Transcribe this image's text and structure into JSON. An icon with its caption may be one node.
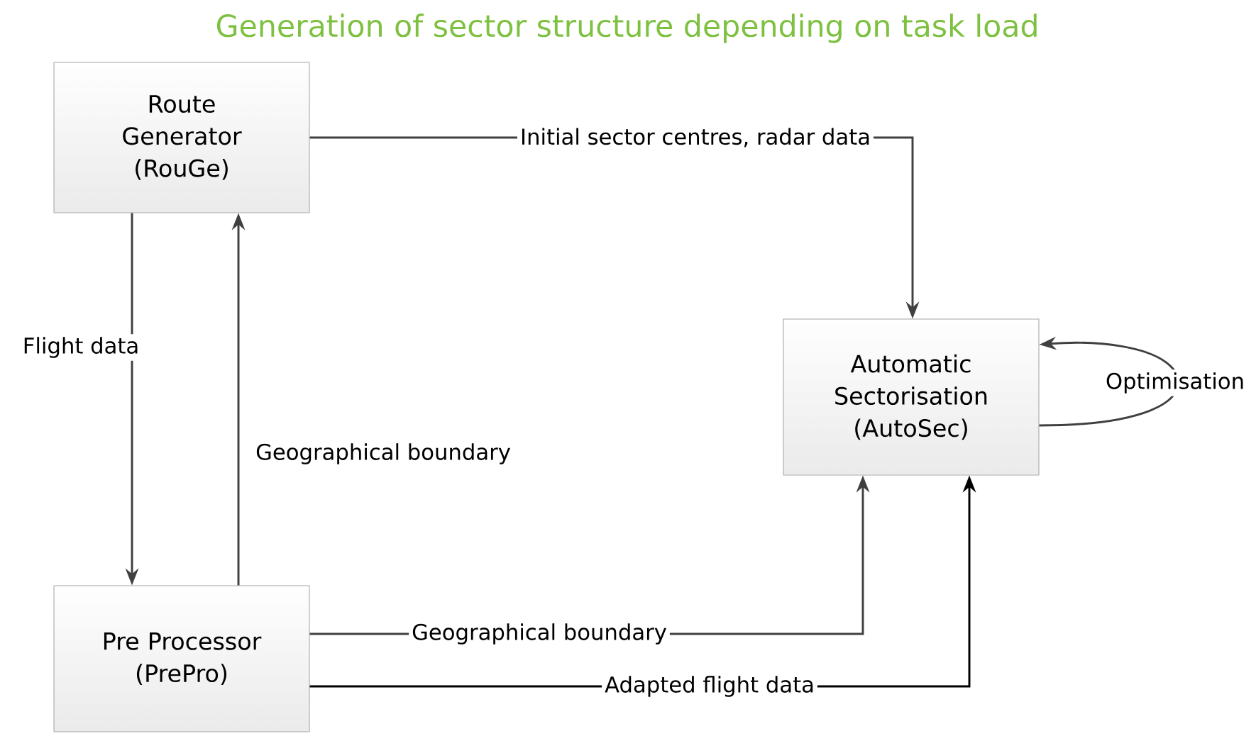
{
  "diagram": {
    "title": "Generation of sector structure depending on task load",
    "nodes": [
      {
        "text": [
          "Route Generator (RouGe)"
        ]
      },
      {
        "text": [
          "Pre Processor (PrePro)"
        ]
      },
      {
        "text": [
          "Automatic Sectorisation (AutoSec)"
        ]
      }
    ],
    "edges": [
      {
        "from": 0,
        "to": 2,
        "arrow": "to",
        "label": "Initial sector centres, radar data"
      },
      {
        "from": 0,
        "to": 1,
        "arrow": "to",
        "label": "Flight data"
      },
      {
        "from": 1,
        "to": 0,
        "arrow": "to",
        "label": "Geographical boundary"
      },
      {
        "from": 1,
        "to": 2,
        "arrow": "to",
        "label": "Geographical boundary"
      },
      {
        "from": 1,
        "to": 2,
        "arrow": "to",
        "label": "Adapted flight data",
        "color": "#000000"
      },
      {
        "from": 2,
        "to": 2,
        "arrow": "to",
        "label": "Optimisation"
      }
    ]
  }
}
